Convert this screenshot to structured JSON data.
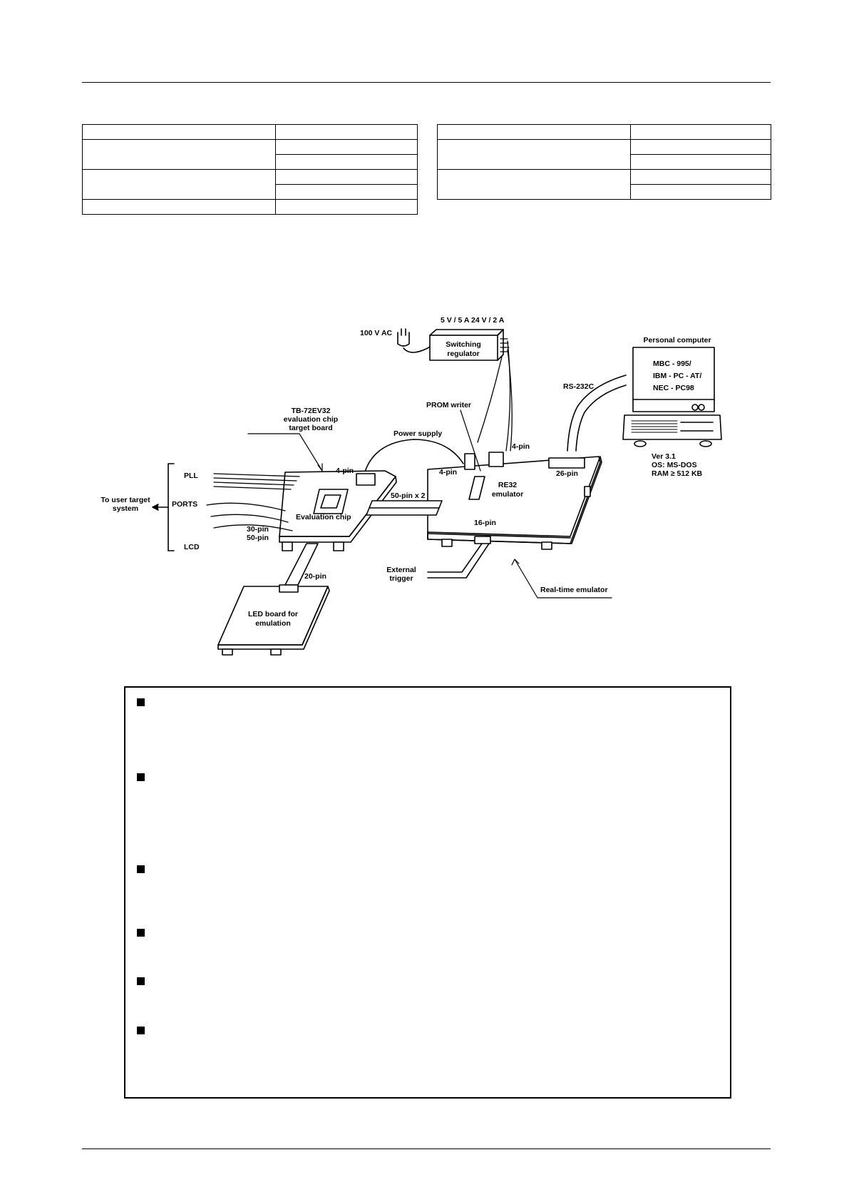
{
  "spec_tables": {
    "left_rows": 6,
    "right_rows": 5
  },
  "diagram": {
    "power_input": "100 V AC",
    "power_rating": "5 V / 5 A  24 V / 2 A",
    "regulator": [
      "Switching",
      "regulator"
    ],
    "pc_title": "Personal computer",
    "pc_models": [
      "MBC - 995/",
      "IBM - PC - AT/",
      "NEC - PC98"
    ],
    "rs232": "RS-232C",
    "os_info": [
      "Ver 3.1",
      "OS: MS-DOS",
      "RAM ≥ 512 KB"
    ],
    "target_board": [
      "TB-72EV32",
      "evaluation chip",
      "target board"
    ],
    "prom_writer": "PROM writer",
    "power_supply": "Power supply",
    "pin4_a": "4-pin",
    "pin4_b": "4-pin",
    "pin4_c": "4-pin",
    "pin26": "26-pin",
    "pll": "PLL",
    "ports": "PORTS",
    "lcd": "LCD",
    "user_target": [
      "To user target",
      "system"
    ],
    "pin50x2": "50-pin x 2",
    "re32": [
      "RE32",
      "emulator"
    ],
    "eval_chip": "Evaluation chip",
    "pin30": "30-pin",
    "pin50": "50-pin",
    "pin16": "16-pin",
    "ext_trigger": [
      "External",
      "trigger"
    ],
    "pin20": "20-pin",
    "realtime": "Real-time emulator",
    "led_board": [
      "LED board for",
      "emulation"
    ]
  },
  "feature_bullets": 6
}
